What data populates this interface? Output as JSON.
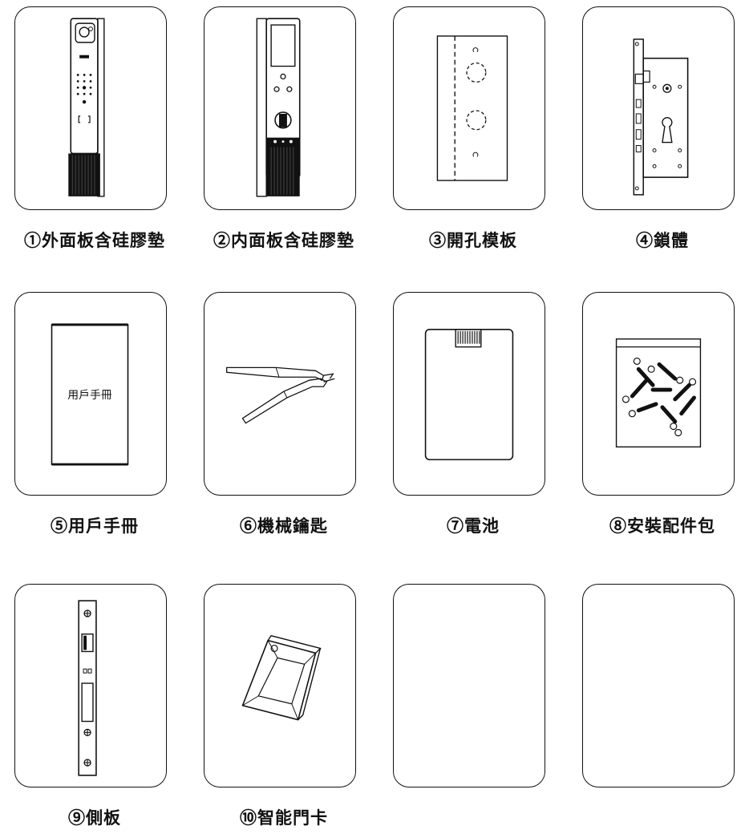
{
  "items": [
    {
      "label": "①外面板含硅膠墊",
      "icon": "outer-panel-icon"
    },
    {
      "label": "②内面板含硅膠墊",
      "icon": "inner-panel-icon"
    },
    {
      "label": "③開孔模板",
      "icon": "drilling-template-icon"
    },
    {
      "label": "④鎖體",
      "icon": "lock-body-icon"
    },
    {
      "label": "⑤用戶手冊",
      "icon": "user-manual-icon",
      "inner_text": "用戶手冊"
    },
    {
      "label": "⑥機械鑰匙",
      "icon": "mechanical-keys-icon"
    },
    {
      "label": "⑦電池",
      "icon": "battery-icon"
    },
    {
      "label": "⑧安裝配件包",
      "icon": "accessory-pack-icon"
    },
    {
      "label": "⑨側板",
      "icon": "strike-plate-icon"
    },
    {
      "label": "⑩智能門卡",
      "icon": "smart-card-icon"
    },
    {
      "label": "",
      "icon": ""
    },
    {
      "label": "",
      "icon": ""
    }
  ]
}
